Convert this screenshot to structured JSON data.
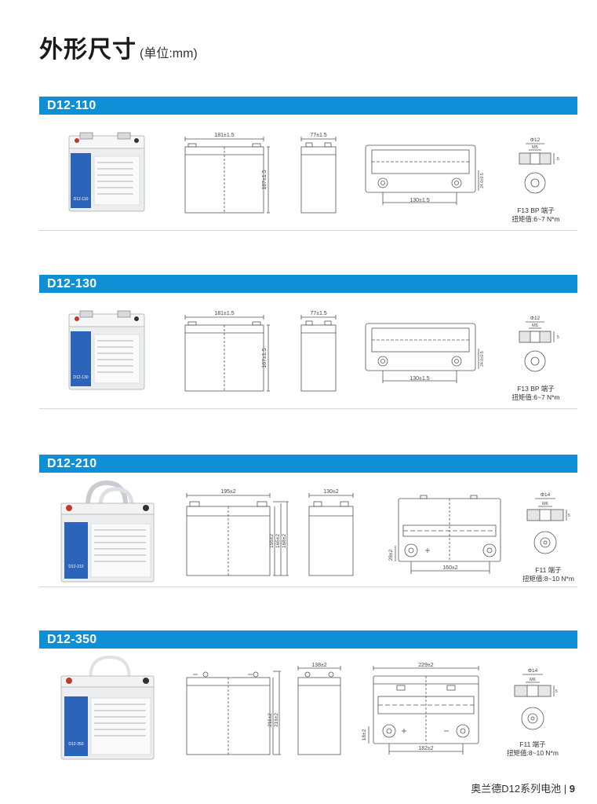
{
  "page": {
    "title": "外形尺寸",
    "unit": "(单位:mm)"
  },
  "models": [
    {
      "name": "D12-110",
      "label_code": "D12-110",
      "width": "181±1.5",
      "height": "167±1.5",
      "depth": "77±1.5",
      "terminal_spacing": "130±1.5",
      "terminal_height": "24.0±0.5",
      "terminal_dia": "Φ12",
      "thread": "M5",
      "thread_depth": "5",
      "terminal_type": "F13 BP 端子",
      "torque": "扭矩值:6~7 N*m"
    },
    {
      "name": "D12-130",
      "label_code": "D12-130",
      "width": "181±1.5",
      "height": "167±1.5",
      "depth": "77±1.5",
      "terminal_spacing": "130±1.5",
      "terminal_height": "24.0±0.5",
      "terminal_dia": "Φ12",
      "thread": "M5",
      "thread_depth": "5",
      "terminal_type": "F13 BP 端子",
      "torque": "扭矩值:6~7 N*m"
    },
    {
      "name": "D12-210",
      "label_code": "D12-210",
      "width": "195±2",
      "height_a": "155±2",
      "height_b": "165±2",
      "height_c": "168±2",
      "depth": "130±2",
      "terminal_spacing": "160±2",
      "terminal_height": "28±2",
      "terminal_dia": "Φ14",
      "thread": "M6",
      "thread_depth": "5",
      "terminal_type": "F11 端子",
      "torque": "扭矩值:8~10 N*m"
    },
    {
      "name": "D12-350",
      "label_code": "D12-350",
      "width": "229±2",
      "height_a": "211±2",
      "height_b": "216±2",
      "depth": "138±2",
      "terminal_spacing": "182±2",
      "terminal_height": "18±2",
      "terminal_dia": "Φ14",
      "thread": "M6",
      "thread_depth": "5",
      "terminal_type": "F11 端子",
      "torque": "扭矩值:8~10 N*m"
    }
  ],
  "footer": {
    "text": "奥兰德D12系列电池",
    "divider": "|",
    "page_number": "9"
  },
  "colors": {
    "section_bar": "#0f8fd6",
    "battery_label": "#2b64b8",
    "drawing_line": "#555555"
  }
}
